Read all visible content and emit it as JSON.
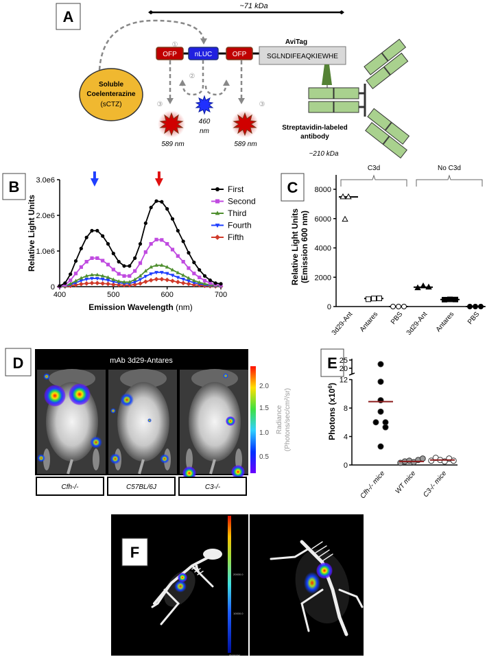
{
  "panels": {
    "A": {
      "label": "A",
      "mass_top": "~71 kDa",
      "substrate": [
        "Soluble",
        "Coelenterazine",
        "(sCTZ)"
      ],
      "domains": [
        "OFP",
        "nLUC",
        "OFP"
      ],
      "avitag_title": "AviTag",
      "avitag_seq": "SGLNDIFEAQKIEWHE",
      "steps": [
        "①",
        "②",
        "③",
        "③"
      ],
      "emissions": [
        "589 nm",
        "460",
        "nm",
        "589 nm"
      ],
      "antibody": [
        "Streptavidin-labeled",
        "antibody"
      ],
      "mass_bottom": "~210 kDa",
      "colors": {
        "ofp": "#c00000",
        "nluc": "#2020e0",
        "substrate": "#f0b830",
        "antibody": "#a9d18e",
        "linker": "#548235"
      }
    },
    "B": {
      "label": "B"
    },
    "C": {
      "label": "C",
      "group_labels": [
        "C3d",
        "No C3d"
      ]
    },
    "D": {
      "label": "D",
      "header": "mAb 3d29-Antares",
      "colorbar_ticks": [
        "2.0",
        "1.5",
        "1.0",
        "0.5"
      ],
      "colorbar_title": [
        "Radiance",
        "(Photons/sec/cm²/sr)"
      ],
      "strains": [
        "Cfh-/-",
        "C57BL/6J",
        "C3-/-"
      ]
    },
    "E": {
      "label": "E"
    },
    "F": {
      "label": "F",
      "colorbar_ticks": [
        "20000.0",
        "10000.0"
      ],
      "colorbar_unit": "photons/sec"
    }
  },
  "chart_data": [
    {
      "id": "B",
      "type": "line",
      "xlabel": "Emission Wavelength (nm)",
      "xlabel_bold": "Emission Wavelength",
      "xlabel_unit": " (nm)",
      "ylabel": "Relative Light Units",
      "xlim": [
        400,
        700
      ],
      "ylim": [
        0,
        3000000
      ],
      "xticks": [
        "400",
        "500",
        "600",
        "700"
      ],
      "yticks": [
        "0",
        "1.0e6",
        "2.0e6",
        "3.0e6"
      ],
      "legend_position": "right",
      "annotations": [
        {
          "type": "arrow",
          "x": 465,
          "color": "#1f3fff"
        },
        {
          "type": "arrow",
          "x": 585,
          "color": "#e01010"
        }
      ],
      "x": [
        400,
        410,
        420,
        430,
        440,
        450,
        460,
        470,
        480,
        490,
        500,
        510,
        520,
        530,
        540,
        550,
        560,
        570,
        580,
        590,
        600,
        610,
        620,
        630,
        640,
        650,
        660,
        670,
        680,
        690,
        700
      ],
      "unit_scale": 1000000,
      "series": [
        {
          "name": "First",
          "color": "#000000",
          "marker": "circle",
          "values": [
            0.02,
            0.1,
            0.35,
            0.72,
            1.07,
            1.38,
            1.57,
            1.57,
            1.42,
            1.2,
            0.93,
            0.7,
            0.58,
            0.58,
            0.8,
            1.2,
            1.78,
            2.22,
            2.4,
            2.38,
            2.18,
            1.9,
            1.57,
            1.27,
            0.95,
            0.68,
            0.47,
            0.3,
            0.18,
            0.1,
            0.08
          ]
        },
        {
          "name": "Second",
          "color": "#c04be0",
          "marker": "square",
          "values": [
            0.01,
            0.05,
            0.18,
            0.37,
            0.55,
            0.7,
            0.8,
            0.8,
            0.73,
            0.62,
            0.48,
            0.36,
            0.3,
            0.3,
            0.44,
            0.66,
            0.97,
            1.2,
            1.32,
            1.31,
            1.2,
            1.04,
            0.86,
            0.7,
            0.52,
            0.37,
            0.26,
            0.17,
            0.1,
            0.06,
            0.04
          ]
        },
        {
          "name": "Third",
          "color": "#4f8f2f",
          "marker": "triangle-up",
          "values": [
            0.005,
            0.02,
            0.08,
            0.16,
            0.24,
            0.3,
            0.33,
            0.33,
            0.3,
            0.26,
            0.2,
            0.15,
            0.13,
            0.13,
            0.2,
            0.3,
            0.44,
            0.55,
            0.6,
            0.6,
            0.55,
            0.47,
            0.39,
            0.32,
            0.24,
            0.17,
            0.12,
            0.08,
            0.05,
            0.03,
            0.02
          ]
        },
        {
          "name": "Fourth",
          "color": "#1f3fff",
          "marker": "triangle-down",
          "values": [
            0.003,
            0.015,
            0.055,
            0.11,
            0.17,
            0.21,
            0.23,
            0.23,
            0.21,
            0.18,
            0.14,
            0.11,
            0.09,
            0.09,
            0.13,
            0.2,
            0.29,
            0.36,
            0.4,
            0.4,
            0.37,
            0.32,
            0.26,
            0.21,
            0.16,
            0.11,
            0.08,
            0.05,
            0.03,
            0.02,
            0.01
          ]
        },
        {
          "name": "Fifth",
          "color": "#d03a2a",
          "marker": "diamond",
          "values": [
            0.002,
            0.007,
            0.025,
            0.05,
            0.075,
            0.09,
            0.1,
            0.1,
            0.09,
            0.08,
            0.06,
            0.05,
            0.04,
            0.04,
            0.06,
            0.09,
            0.14,
            0.18,
            0.21,
            0.21,
            0.19,
            0.16,
            0.13,
            0.1,
            0.08,
            0.05,
            0.04,
            0.025,
            0.015,
            0.01,
            0.005
          ]
        }
      ]
    },
    {
      "id": "C",
      "type": "scatter",
      "ylabel": [
        "Relative Light Units",
        "(Emission 600 nm)"
      ],
      "ylim": [
        0,
        9000
      ],
      "yticks": [
        "0",
        "2000",
        "4000",
        "6000",
        "8000"
      ],
      "categories": [
        "3d29-Ant",
        "Antares",
        "PBS",
        "3d29-Ant",
        "Antares",
        "PBS"
      ],
      "groups": [
        {
          "name": "C3d",
          "filled": false
        },
        {
          "name": "No C3d",
          "filled": true
        }
      ],
      "markers": [
        "triangle",
        "square",
        "circle",
        "triangle",
        "square",
        "circle"
      ],
      "values": [
        [
          7480,
          7480,
          5950
        ],
        [
          500,
          550,
          560
        ],
        [
          0,
          0,
          0
        ],
        [
          1270,
          1400,
          1320
        ],
        [
          470,
          490,
          480
        ],
        [
          0,
          0,
          0
        ]
      ],
      "medians": [
        7480,
        550,
        0,
        1320,
        480,
        0
      ]
    },
    {
      "id": "E",
      "type": "scatter",
      "ylabel": "Photons (x10",
      "ylabel_sup": "6",
      "ylabel_end": ")",
      "yaxis_break": [
        12,
        18
      ],
      "yticks_lower": [
        "0",
        "4",
        "8",
        "12"
      ],
      "yticks_upper": [
        "20",
        "25"
      ],
      "categories": [
        "Cfh-/- mice",
        "WT mice",
        "C3-/- mice"
      ],
      "category_colors": [
        "#000000",
        "#9a9a9a",
        "#ffffff"
      ],
      "median_color": "#8b1a1a",
      "values": [
        [
          22.5,
          11.7,
          9.1,
          7.5,
          6.0,
          6.0,
          5.3,
          2.6
        ],
        [
          0.3,
          0.5,
          0.6,
          0.4,
          0.7,
          0.9
        ],
        [
          0.6,
          1.0,
          0.7,
          0.5,
          0.9,
          0.6
        ]
      ],
      "medians": [
        8.9,
        0.5,
        0.7
      ]
    }
  ]
}
